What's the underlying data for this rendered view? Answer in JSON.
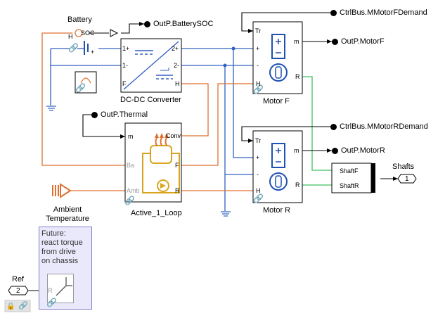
{
  "blocks": {
    "battery": {
      "title": "Battery",
      "ports": {
        "h": "H",
        "soc": "SOC"
      }
    },
    "dcdc": {
      "title": "DC-DC Converter",
      "ports": {
        "in_pos": "1+",
        "in_neg": "1-",
        "out_pos": "2+",
        "out_neg": "2-",
        "f": "F",
        "h": "H"
      }
    },
    "thermal_loop": {
      "title": "Active_1_Loop",
      "ports": {
        "m": "m",
        "ba": "Ba",
        "amb": "Amb",
        "conv": "Conv",
        "f": "F",
        "r": "R"
      }
    },
    "motor_f": {
      "title": "Motor F",
      "ports": {
        "tr": "Tr",
        "pos": "+",
        "neg": "-",
        "h": "H",
        "m": "m",
        "r": "R"
      }
    },
    "motor_r": {
      "title": "Motor R",
      "ports": {
        "tr": "Tr",
        "pos": "+",
        "neg": "-",
        "h": "H",
        "m": "m",
        "r": "R"
      }
    },
    "ambient": {
      "title": "Ambient\nTemperature"
    },
    "shafts_mux": {
      "ports": {
        "shaft_f": "ShaftF",
        "shaft_r": "ShaftR"
      }
    },
    "shafts_out": {
      "title": "Shafts",
      "number": "1"
    },
    "ref_in": {
      "title": "Ref",
      "number": "2"
    },
    "ref_block": {
      "ports": {
        "r": "R"
      }
    }
  },
  "signals": {
    "battery_soc": "OutP.BatterySOC",
    "motor_f_demand": "CtrlBus.MMotorFDemand",
    "motor_f_out": "OutP.MotorF",
    "thermal": "OutP.Thermal",
    "motor_r_demand": "CtrlBus.MMotorRDemand",
    "motor_r_out": "OutP.MotorR"
  },
  "annotation": {
    "text": "Future:\nreact torque\nfrom drive\non chassis"
  },
  "colors": {
    "electrical": "#3060c0",
    "thermal": "#e07030",
    "mechanical": "#40c060",
    "signal": "#000000",
    "blue_icon": "#2050b0",
    "thermal_icon": "#d9a520"
  }
}
